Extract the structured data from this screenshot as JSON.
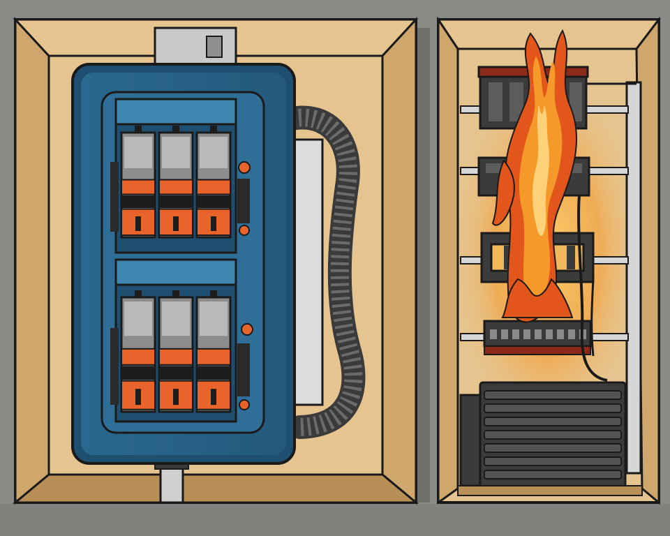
{
  "scene": {
    "subject": "",
    "colors": {
      "wall": "#8a8a86",
      "wall_dark": "#7c7c78",
      "cabinet": "#e6c48f",
      "cabinet_shade": "#cfa66c",
      "cabinet_dark": "#b98f58",
      "panel_blue": "#2f6e97",
      "panel_blue_dark": "#1f4f70",
      "panel_inner": "#3f86b0",
      "breaker_gray": "#8d8d8d",
      "breaker_light": "#b9b9b9",
      "breaker_orange": "#e8642a",
      "breaker_black": "#1d1d1d",
      "hose": "#3a3a3a",
      "hose_ring": "#555555",
      "wire_gray": "#d6d6d6",
      "rack_dark": "#3b3b3b",
      "rack_red": "#8c2a1a",
      "fire_outer": "#e2561b",
      "fire_mid": "#f59a2a",
      "fire_inner": "#ffd27a",
      "glow": "#f2a441",
      "outline": "#1a1a1a"
    },
    "left_panel": {
      "upper_bank_breakers": 3,
      "lower_bank_breakers": 3
    },
    "right_cabinet": {
      "racks": 4,
      "flames": 3
    }
  }
}
